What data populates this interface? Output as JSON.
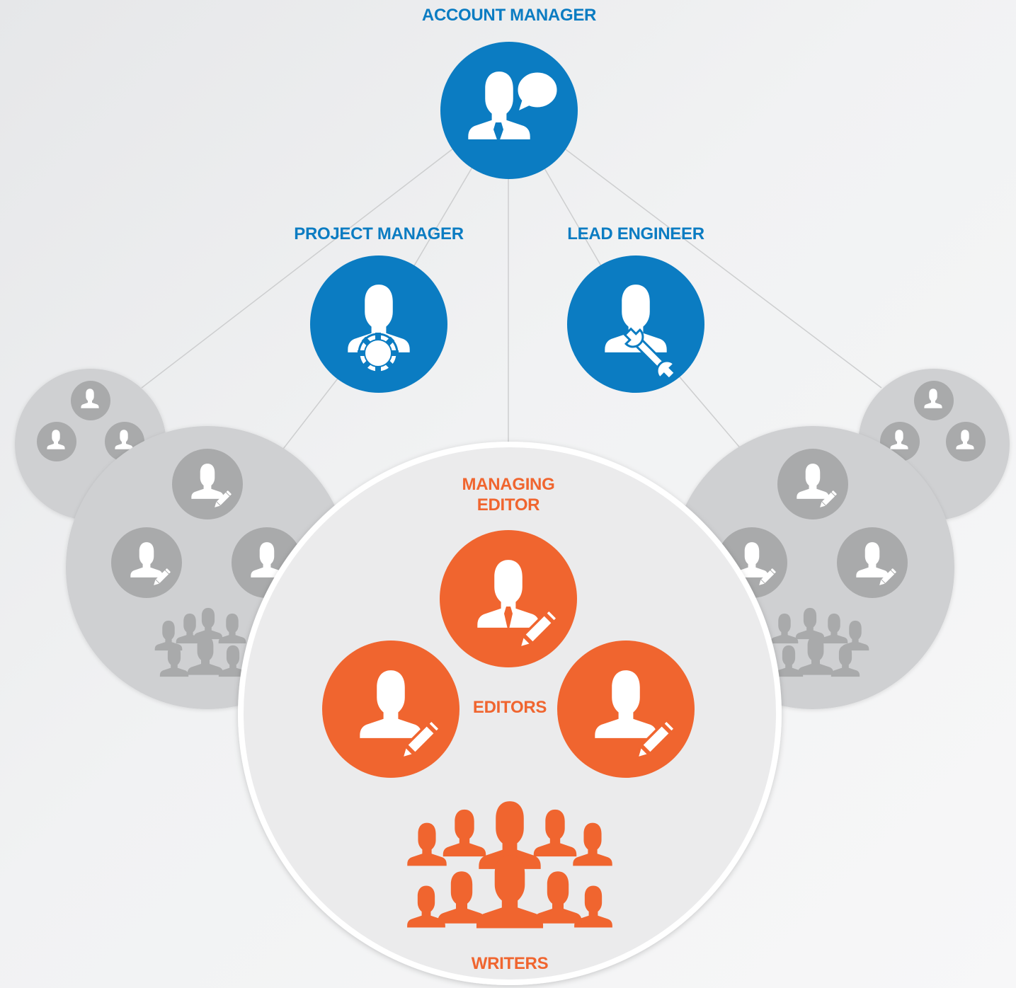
{
  "colors": {
    "blue": "#0b7cc2",
    "orange": "#f0652f",
    "gray_node": "#a9aaab",
    "gray_team": "#cfd0d2",
    "main_team": "#ebebec"
  },
  "labels": {
    "account_manager": "ACCOUNT MANAGER",
    "project_manager": "PROJECT MANAGER",
    "lead_engineer": "LEAD ENGINEER",
    "managing_editor_line1": "MANAGING",
    "managing_editor_line2": "EDITOR",
    "editors": "EDITORS",
    "writers": "WRITERS"
  },
  "icons": {
    "account_manager": "person-speech-bubble-icon",
    "project_manager": "person-gear-icon",
    "lead_engineer": "person-wrench-icon",
    "managing_editor": "person-tie-pencil-icon",
    "editor": "person-pencil-icon",
    "writers": "crowd-icon"
  }
}
